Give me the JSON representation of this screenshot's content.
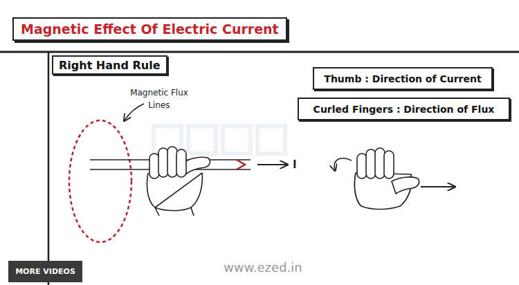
{
  "diagram": {
    "title": "Magnetic Effect Of Electric Current",
    "nodes": [
      {
        "text": [
          "Right Hand Rule"
        ]
      },
      {
        "text": [
          "Thumb : Direction of Current"
        ]
      },
      {
        "text": [
          "Curled Fingers : Direction of Flux"
        ]
      },
      {
        "text": [
          "MORE VIDEOS"
        ]
      }
    ],
    "labels": [
      "Magnetic Flux Lines",
      "I",
      "www.ezed.in"
    ]
  }
}
